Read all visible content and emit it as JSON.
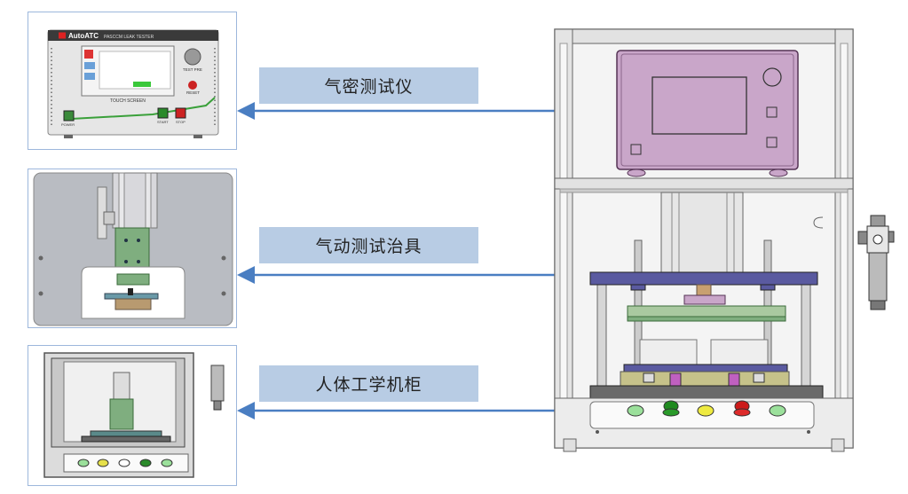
{
  "labels": {
    "leak_tester": "气密测试仪",
    "pneumatic_fixture": "气动测试治具",
    "ergonomic_cabinet": "人体工学机柜"
  },
  "tester_panel": {
    "brand": "AutoATC",
    "model": "PASCCM LEAK TESTER",
    "test_pre": "TEST PRE",
    "touch_screen": "TOUCH SCREEN",
    "power": "POWER",
    "start": "START",
    "stop": "STOP",
    "reset": "RESET"
  },
  "colors": {
    "label_fill": "#b8cce4",
    "arrow": "#4a7ec2",
    "thumb_border": "#9db7dc",
    "tester_body": "#c9a6c9",
    "fixture_green": "#7fae7f",
    "plate_navy": "#5a5aa0"
  }
}
